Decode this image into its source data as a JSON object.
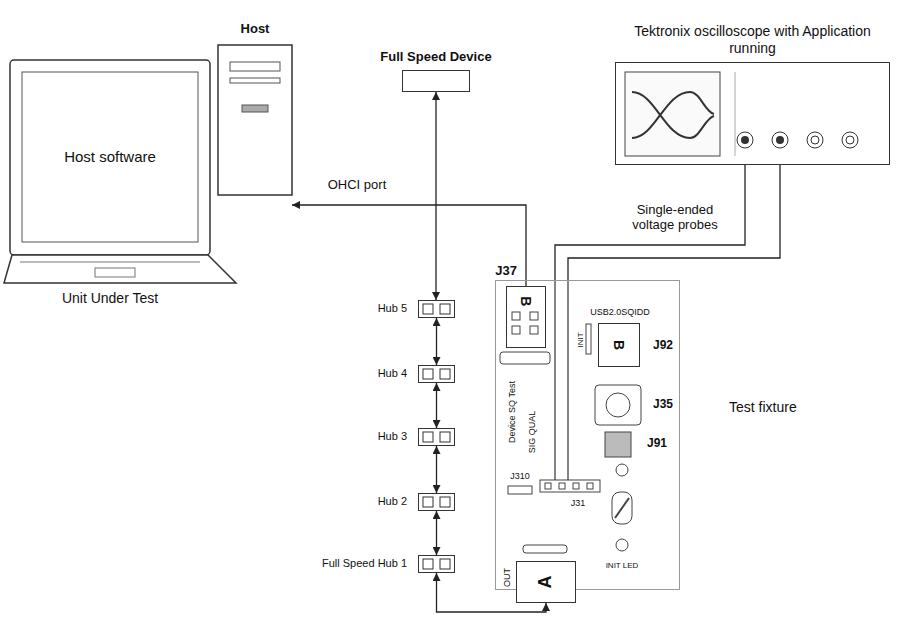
{
  "diagram": {
    "nodes": [
      {
        "text": [
          "Host"
        ]
      },
      {
        "text": [
          "Host software",
          "Unit Under Test"
        ]
      },
      {
        "text": [
          "Full Speed Device"
        ]
      },
      {
        "text": [
          "Tektronix oscilloscope with Application running"
        ]
      },
      {
        "text": [
          "Hub 5"
        ]
      },
      {
        "text": [
          "Hub 4"
        ]
      },
      {
        "text": [
          "Hub 3"
        ]
      },
      {
        "text": [
          "Hub 2"
        ]
      },
      {
        "text": [
          "Full Speed Hub 1"
        ]
      },
      {
        "text": [
          "Test fixture"
        ]
      },
      {
        "text": [
          "J37",
          "B"
        ],
        "in": 9
      },
      {
        "text": [
          "B",
          "J92"
        ],
        "in": 9
      },
      {
        "text": [
          "A",
          "OUT"
        ],
        "in": 9
      }
    ],
    "edges": [
      {
        "from": 2,
        "to": 4,
        "arrow": "both"
      },
      {
        "from": 4,
        "to": 5,
        "arrow": "both"
      },
      {
        "from": 5,
        "to": 6,
        "arrow": "both"
      },
      {
        "from": 6,
        "to": 7,
        "arrow": "both"
      },
      {
        "from": 7,
        "to": 8,
        "arrow": "both"
      },
      {
        "from": 8,
        "to": 12,
        "arrow": "both"
      },
      {
        "from": 10,
        "to": 0,
        "label": "OHCI port",
        "arrow": "to"
      },
      {
        "from": 3,
        "to": 9,
        "label": "Single-ended voltage probes",
        "arrow": "none"
      }
    ],
    "labels": [
      "USB2.0SQIDD",
      "INIT",
      "J35",
      "J91",
      "Device SQ Test",
      "SIG QUAL",
      "J310",
      "J31",
      "INIT LED"
    ]
  }
}
